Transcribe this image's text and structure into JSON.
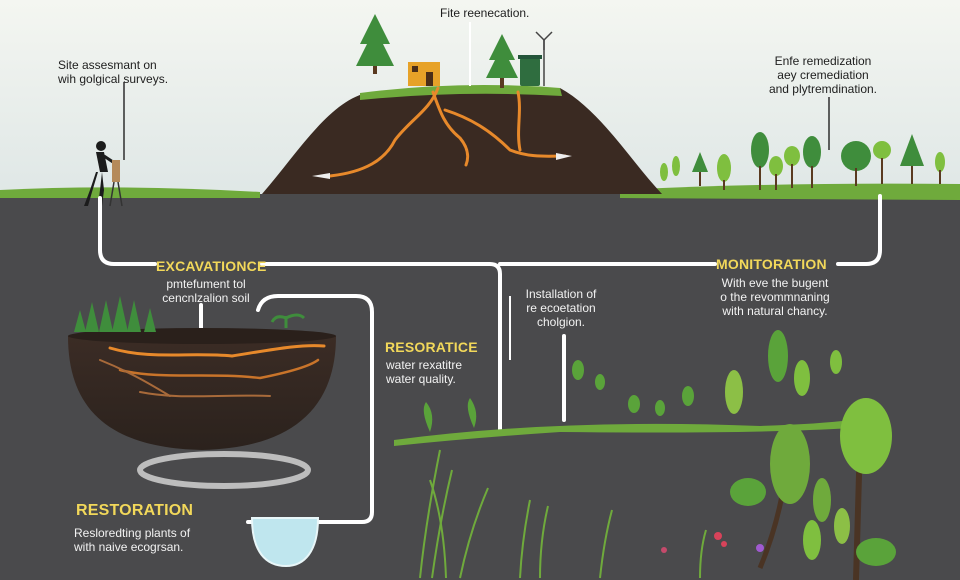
{
  "colors": {
    "sky_top": "#f4f6f1",
    "sky_bottom": "#dfe7e6",
    "ground": "#4a4a4c",
    "soil": "#3a2a22",
    "grass": "#6faa3c",
    "roots": "#e7892b",
    "pipe": "#ffffff",
    "heading": "#f2d85a",
    "tree_dark": "#2f7d3a",
    "tree_light": "#7fbf3f",
    "water": "#bfe6ee"
  },
  "labels": {
    "top_center": "Fite reenecation.",
    "top_left": [
      "Site assesmant on",
      "wih golgical surveys."
    ],
    "top_right": [
      "Enfe remedization",
      "aey cremediation",
      "and plytremdination."
    ]
  },
  "sections": {
    "excavation": {
      "title": "EXCAVATIONCE",
      "lines": [
        "pmtefument tol",
        "cencnlzalion soil"
      ]
    },
    "installation": {
      "lines": [
        "Installation of",
        "re ecoetation",
        "cholgion."
      ]
    },
    "monitoration": {
      "title": "MONITORATION",
      "lines": [
        "With eve the bugent",
        "o the revommnaning",
        "with natural chancy."
      ]
    },
    "resoratice": {
      "title": "RESORATICE",
      "lines": [
        "water rexatitre",
        "water quality."
      ]
    },
    "restoration": {
      "title": "RESTORATION",
      "lines": [
        "Resloredting plants of",
        "with naive ecogrsan."
      ]
    }
  },
  "icons": {
    "surveyor": "person-with-equipment-icon",
    "house": "house-icon",
    "wind_turbine": "wind-turbine-icon",
    "bin": "waste-bin-icon",
    "water_drop": "water-container-icon"
  }
}
